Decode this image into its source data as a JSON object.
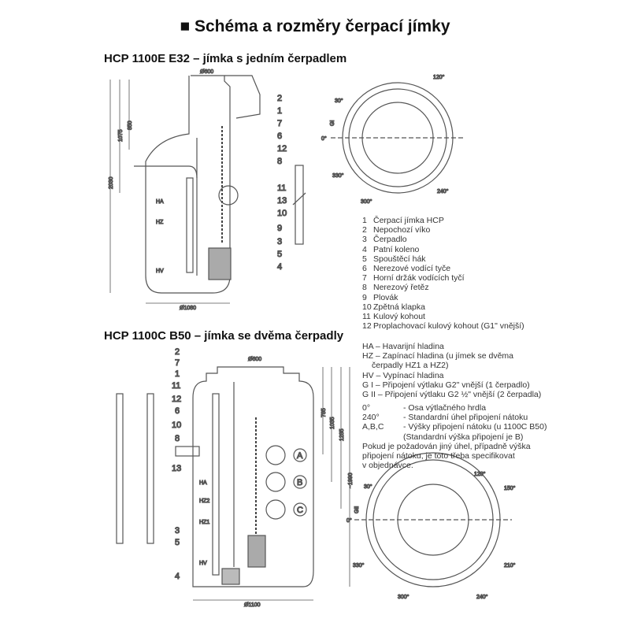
{
  "title": "■ Schéma a rozměry čerpací jímky",
  "section1": {
    "heading": "HCP 1100E E32 – jímka s jedním čerpadlem",
    "dims": [
      "Ø600",
      "850",
      "1075",
      "2030",
      "Ø1080"
    ],
    "levels": [
      "HA",
      "HZ",
      "HV"
    ],
    "callouts": [
      "2",
      "1",
      "7",
      "6",
      "12",
      "8",
      "11",
      "13",
      "10",
      "9",
      "3",
      "5",
      "4"
    ],
    "topview": [
      "120°",
      "30°",
      "GI",
      "0°",
      "330°",
      "300°",
      "240°"
    ]
  },
  "section2": {
    "heading": "HCP 1100C B50 – jímka se dvěma čerpadly",
    "dims": [
      "Ø600",
      "785",
      "1035",
      "1285",
      "~1990",
      "Ø1100"
    ],
    "levels": [
      "HA",
      "HZ2",
      "HZ1",
      "HV"
    ],
    "inlets": [
      "A",
      "B",
      "C"
    ],
    "callouts": [
      "2",
      "7",
      "1",
      "11",
      "12",
      "6",
      "10",
      "8",
      "13",
      "3",
      "5",
      "4"
    ],
    "topview": [
      "120°",
      "150°",
      "30°",
      "GII",
      "0°",
      "330°",
      "210°",
      "300°",
      "240°"
    ]
  },
  "legend": {
    "items": [
      {
        "n": "1",
        "t": "Čerpací jímka HCP"
      },
      {
        "n": "2",
        "t": "Nepochozí víko"
      },
      {
        "n": "3",
        "t": "Čerpadlo"
      },
      {
        "n": "4",
        "t": "Patní koleno"
      },
      {
        "n": "5",
        "t": "Spouštěcí hák"
      },
      {
        "n": "6",
        "t": "Nerezové vodící tyče"
      },
      {
        "n": "7",
        "t": "Horní držák vodících tyčí"
      },
      {
        "n": "8",
        "t": "Nerezový řetěz"
      },
      {
        "n": "9",
        "t": "Plovák"
      },
      {
        "n": "10",
        "t": "Zpětná klapka"
      },
      {
        "n": "11",
        "t": "Kulový kohout"
      },
      {
        "n": "12",
        "t": "Proplachovací kulový kohout (G1\" vnější)"
      }
    ],
    "levels": [
      "HA – Havarijní hladina",
      "HZ – Zapínací hladina (u jímek se dvěma",
      "čerpadly HZ1 a HZ2)",
      "HV – Vypínací hladina",
      "G I – Připojení výtlaku G2\" vnější  (1 čerpadlo)",
      "G II – Připojení výtlaku G2 ½\" vnější (2 čerpadla)"
    ],
    "angles": [
      {
        "k": "0°",
        "t": "- Osa výtlačného hrdla"
      },
      {
        "k": "240°",
        "t": "- Standardní úhel připojení nátoku"
      },
      {
        "k": "A,B,C",
        "t": "- Výšky připojení nátoku (u 1100C B50)"
      },
      {
        "k": "",
        "t": "(Standardní výška připojení je B)"
      }
    ],
    "note": [
      "Pokud je požadován jiný úhel, případně výška",
      "připojení nátoku, je toto třeba specifikovat",
      "v objednávce."
    ]
  }
}
